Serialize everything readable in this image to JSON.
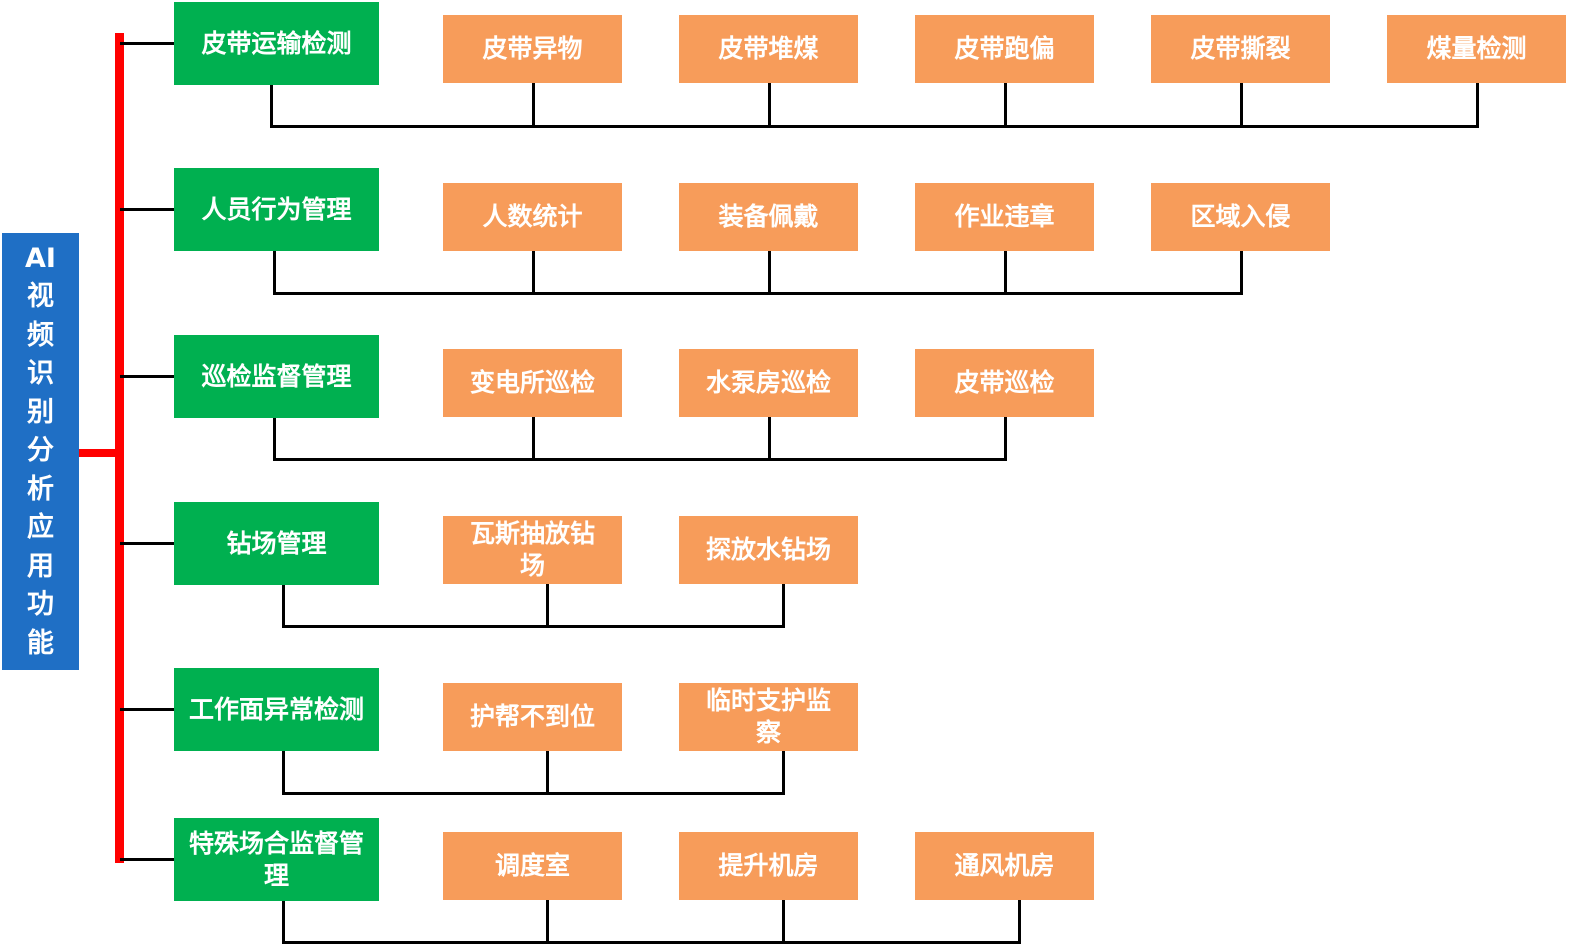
{
  "root": {
    "label": "AI视频识别分析应用功能"
  },
  "categories": [
    {
      "label": "皮带运输检测",
      "items": [
        "皮带异物",
        "皮带堆煤",
        "皮带跑偏",
        "皮带撕裂",
        "煤量检测"
      ]
    },
    {
      "label": "人员行为管理",
      "items": [
        "人数统计",
        "装备佩戴",
        "作业违章",
        "区域入侵"
      ]
    },
    {
      "label": "巡检监督管理",
      "items": [
        "变电所巡检",
        "水泵房巡检",
        "皮带巡检"
      ]
    },
    {
      "label": "钻场管理",
      "items": [
        "瓦斯抽放钻场",
        "探放水钻场"
      ]
    },
    {
      "label": "工作面异常检测",
      "items": [
        "护帮不到位",
        "临时支护监察"
      ]
    },
    {
      "label": "特殊场合监督管理",
      "items": [
        "调度室",
        "提升机房",
        "通风机房"
      ]
    }
  ],
  "colors": {
    "root": "#1F6FC5",
    "category": "#00B050",
    "item": "#F79C5A",
    "spine": "#FF0000",
    "connector": "#000000",
    "text": "#FFFFFF"
  }
}
